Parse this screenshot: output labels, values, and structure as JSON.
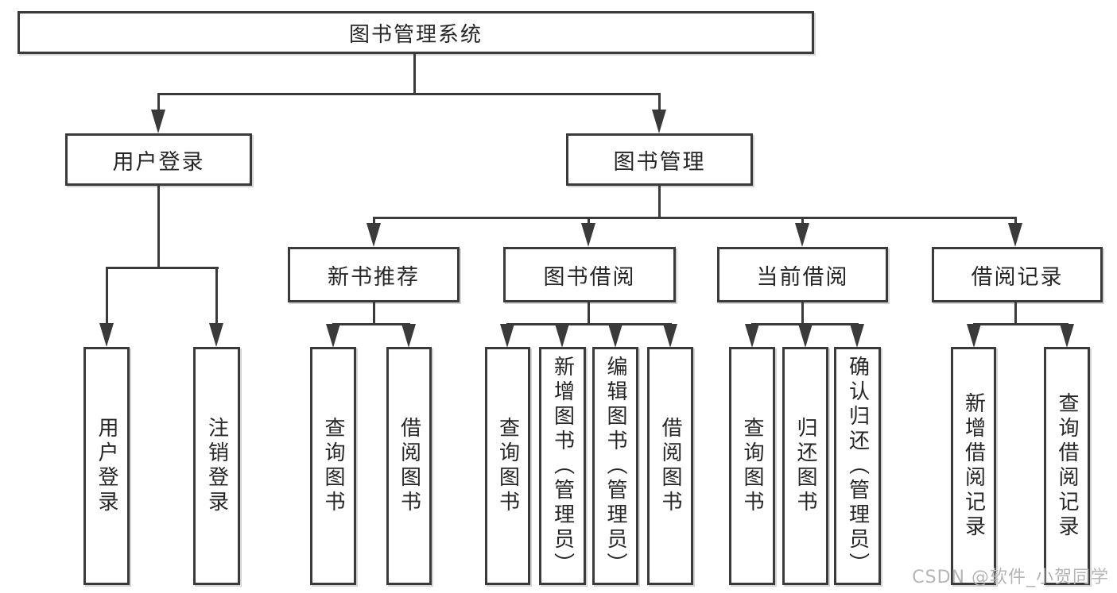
{
  "diagram_title": "图书管理系统",
  "tree": {
    "root": {
      "label": "图书管理系统"
    },
    "branches": [
      {
        "label": "用户登录",
        "children": [
          {
            "label": "用户登录"
          },
          {
            "label": "注销登录"
          }
        ]
      },
      {
        "label": "图书管理",
        "children": [
          {
            "label": "新书推荐",
            "children": [
              {
                "label": "查询图书"
              },
              {
                "label": "借阅图书"
              }
            ]
          },
          {
            "label": "图书借阅",
            "children": [
              {
                "label": "查询图书"
              },
              {
                "label": "新增图书（管理员）"
              },
              {
                "label": "编辑图书（管理员）"
              },
              {
                "label": "借阅图书"
              }
            ]
          },
          {
            "label": "当前借阅",
            "children": [
              {
                "label": "查询图书"
              },
              {
                "label": "归还图书"
              },
              {
                "label": "确认归还（管理员）"
              }
            ]
          },
          {
            "label": "借阅记录",
            "children": [
              {
                "label": "新增借阅记录"
              },
              {
                "label": "查询借阅记录"
              }
            ]
          }
        ]
      }
    ]
  },
  "watermark": "CSDN @软件_小贺同学",
  "colors": {
    "line": "#3a3a3a",
    "text": "#262626",
    "background": "#ffffff",
    "watermark": "#b5b5b5"
  }
}
